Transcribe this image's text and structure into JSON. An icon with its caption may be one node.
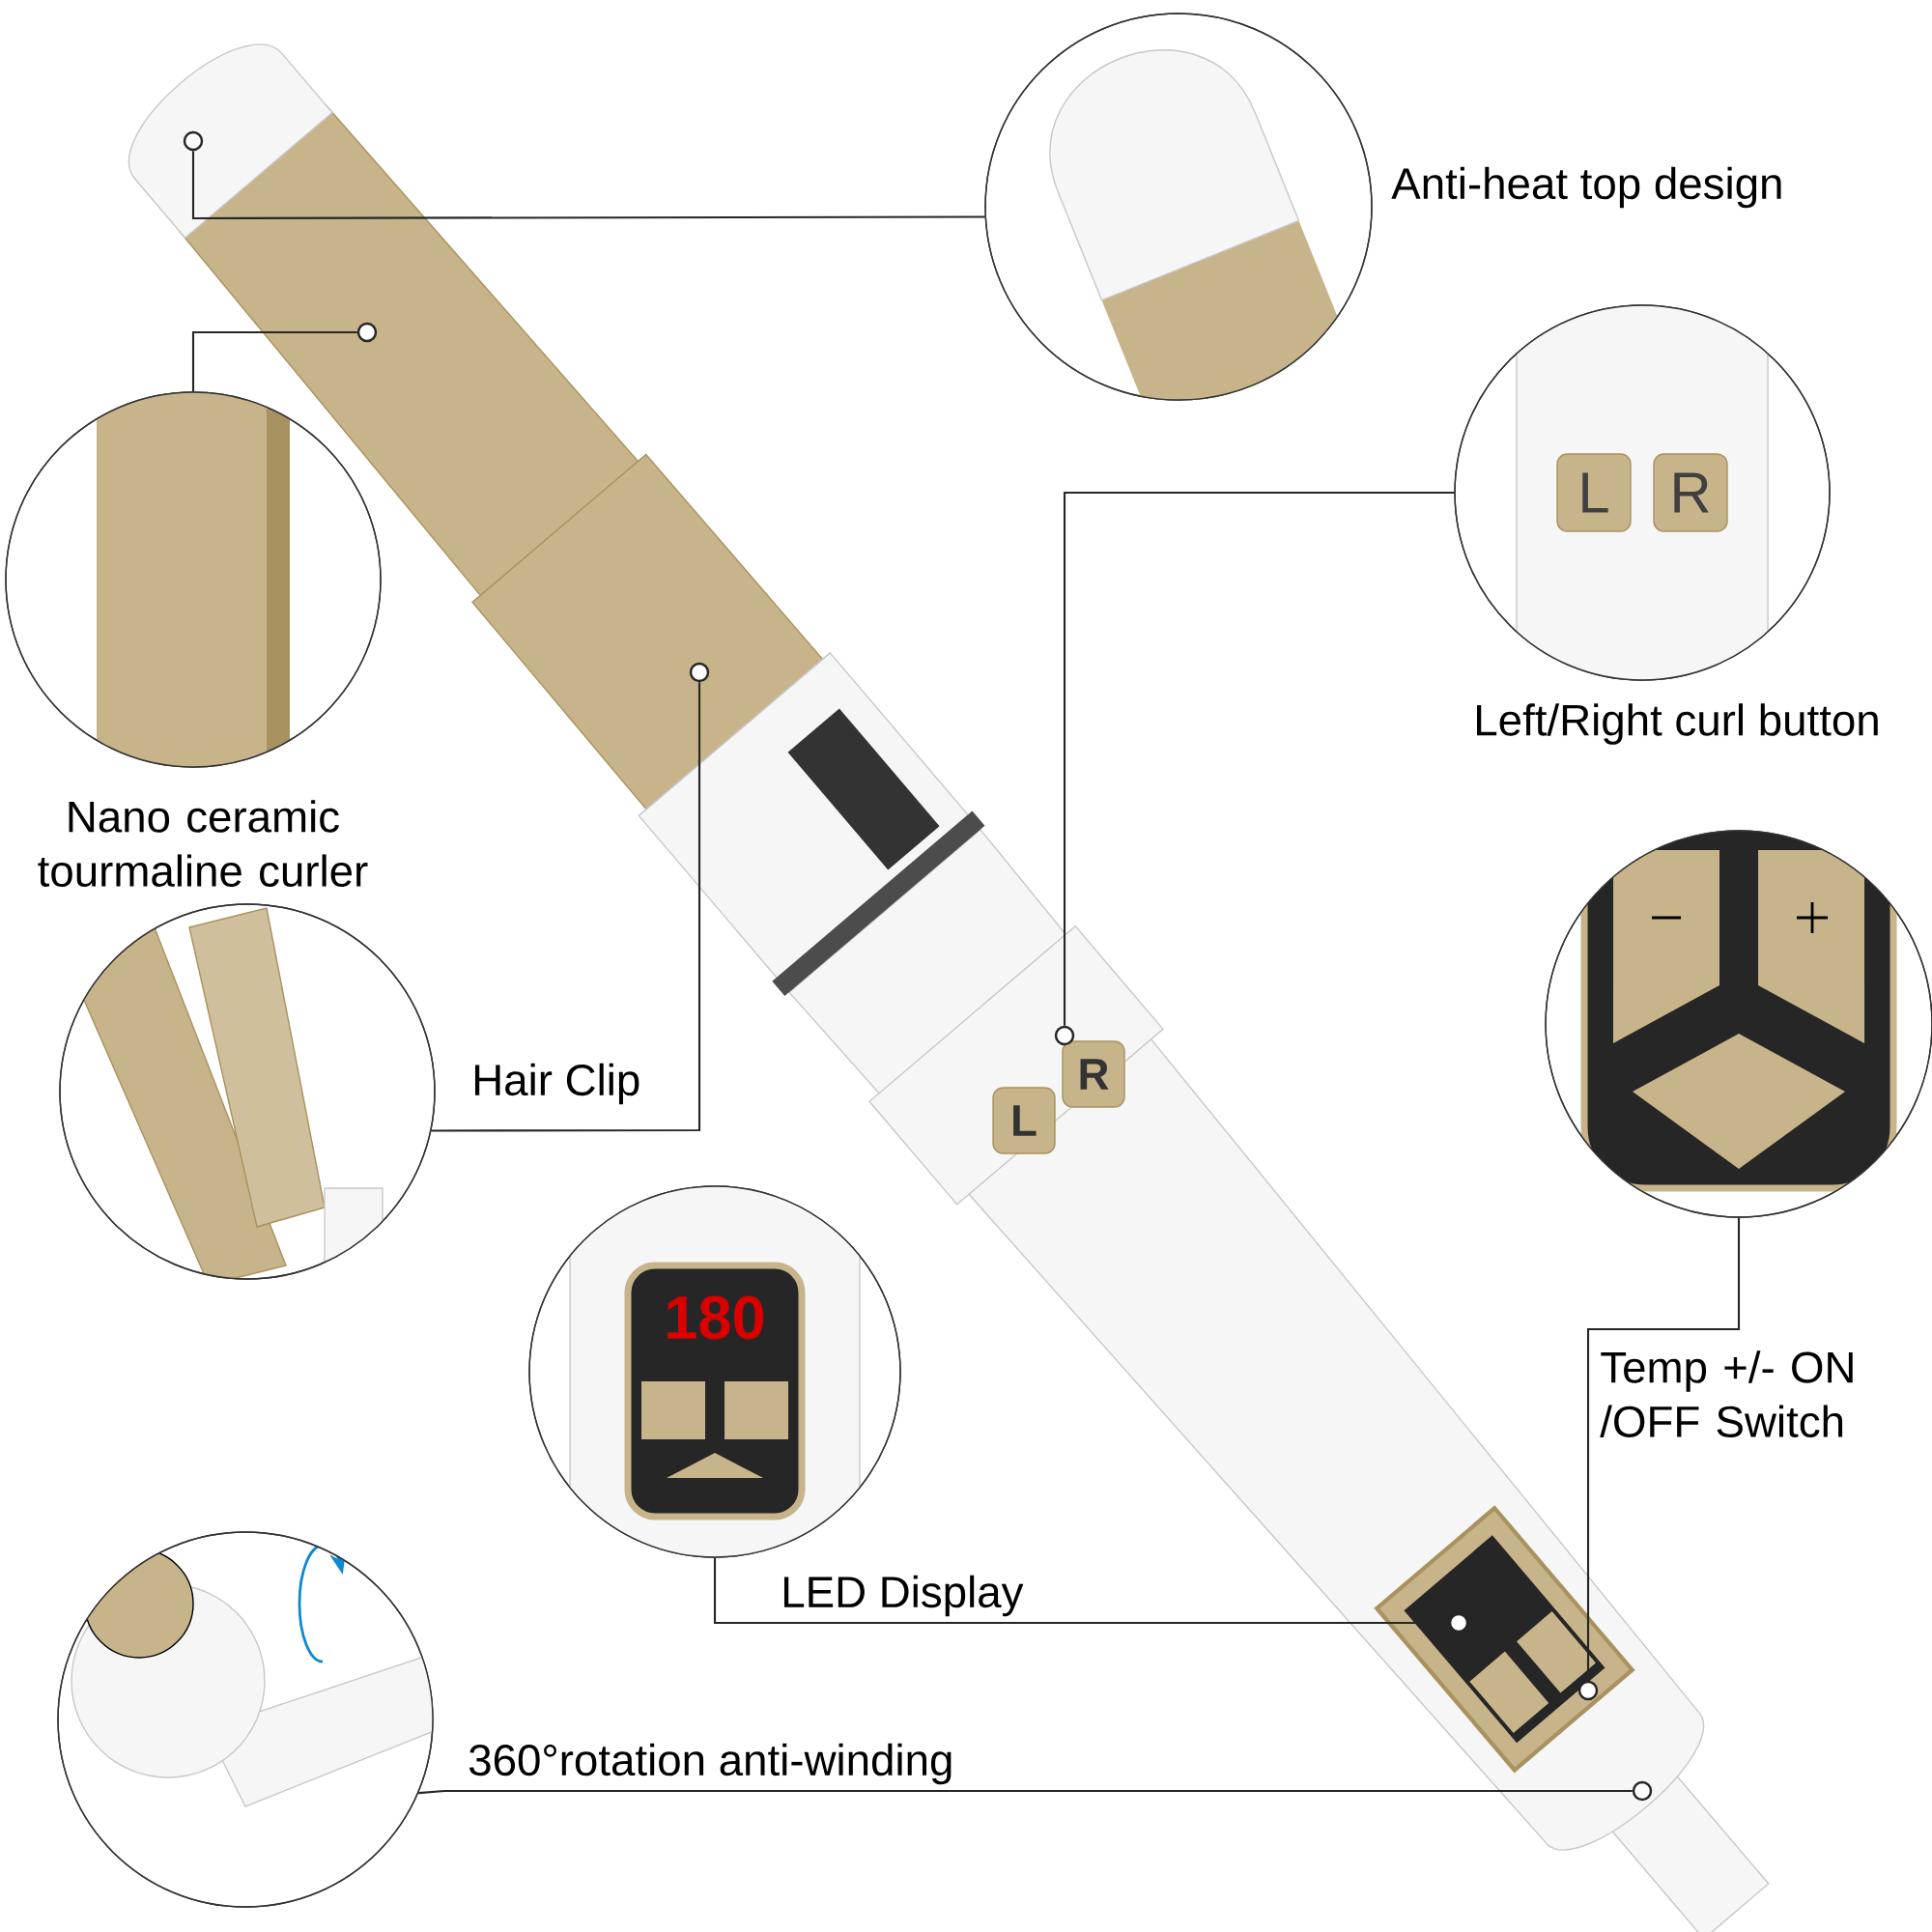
{
  "diagram": {
    "nodes": [
      {
        "text": [
          "Anti-heat top design"
        ]
      },
      {
        "text": [],
        "shape": "circle"
      },
      {
        "text": [],
        "shape": "circle"
      },
      {
        "text": [
          "Nano ceramic tourmaline curler"
        ]
      },
      {
        "text": [
          "Left/Right curl button"
        ]
      },
      {
        "text": [],
        "shape": "circle"
      },
      {
        "text": [],
        "shape": "circle"
      },
      {
        "text": [
          "Temp +/- ON /OFF Switch"
        ]
      },
      {
        "text": [
          "Hair Clip"
        ]
      },
      {
        "text": [
          "LED Display"
        ]
      },
      {
        "text": [],
        "shape": "circle"
      },
      {
        "text": [],
        "shape": "circle"
      },
      {
        "text": [
          "360°rotation anti-winding"
        ]
      },
      {
        "text": [],
        "shape": "circle"
      }
    ],
    "edges": [
      {
        "from": 0,
        "to": 1,
        "arrow": "none"
      },
      {
        "from": 3,
        "to": 2,
        "arrow": "none"
      },
      {
        "from": 4,
        "to": 6,
        "arrow": "none"
      },
      {
        "from": 8,
        "to": 5,
        "arrow": "none"
      },
      {
        "from": 9,
        "to": 10,
        "arrow": "none"
      },
      {
        "from": 7,
        "to": 11,
        "arrow": "none"
      },
      {
        "from": 12,
        "to": 13,
        "arrow": "none"
      }
    ],
    "labels": [
      "L",
      "R",
      "L",
      "R",
      "180"
    ]
  }
}
